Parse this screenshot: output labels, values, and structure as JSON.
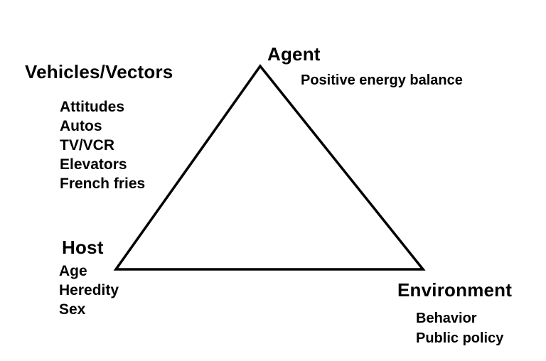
{
  "diagram": {
    "name": "epidemiologic-triangle",
    "vectors": {
      "label": "Vehicles/Vectors",
      "items": [
        "Attitudes",
        "Autos",
        "TV/VCR",
        "Elevators",
        "French fries"
      ]
    },
    "agent": {
      "label": "Agent",
      "items": [
        "Positive energy balance"
      ]
    },
    "host": {
      "label": "Host",
      "items": [
        "Age",
        "Heredity",
        "Sex"
      ]
    },
    "environment": {
      "label": "Environment",
      "items": [
        "Behavior",
        "Public policy"
      ]
    }
  },
  "colors": {
    "line": "#000000",
    "text": "#000000",
    "background": "#ffffff"
  }
}
